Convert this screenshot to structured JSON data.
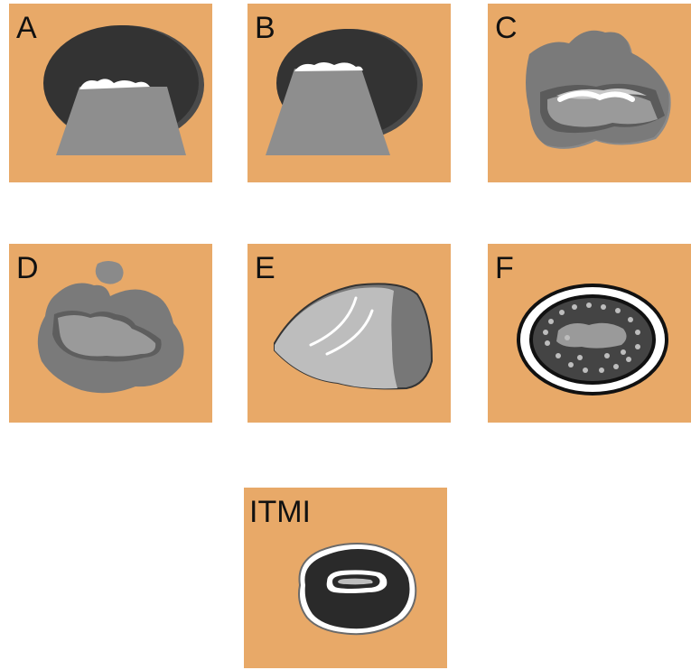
{
  "colors": {
    "panel_bg": "#E8A968",
    "panel_shadow": "#D79656",
    "dark_lumen": "#3A3A3A",
    "mid_gray": "#8C8C8C",
    "light_gray": "#BDBDBD",
    "white": "#FFFFFF"
  },
  "panels": [
    {
      "id": "A",
      "label": "A"
    },
    {
      "id": "B",
      "label": "B"
    },
    {
      "id": "C",
      "label": "C"
    },
    {
      "id": "D",
      "label": "D"
    },
    {
      "id": "E",
      "label": "E"
    },
    {
      "id": "F",
      "label": "F"
    },
    {
      "id": "ITMI",
      "label": "ITMI"
    }
  ]
}
